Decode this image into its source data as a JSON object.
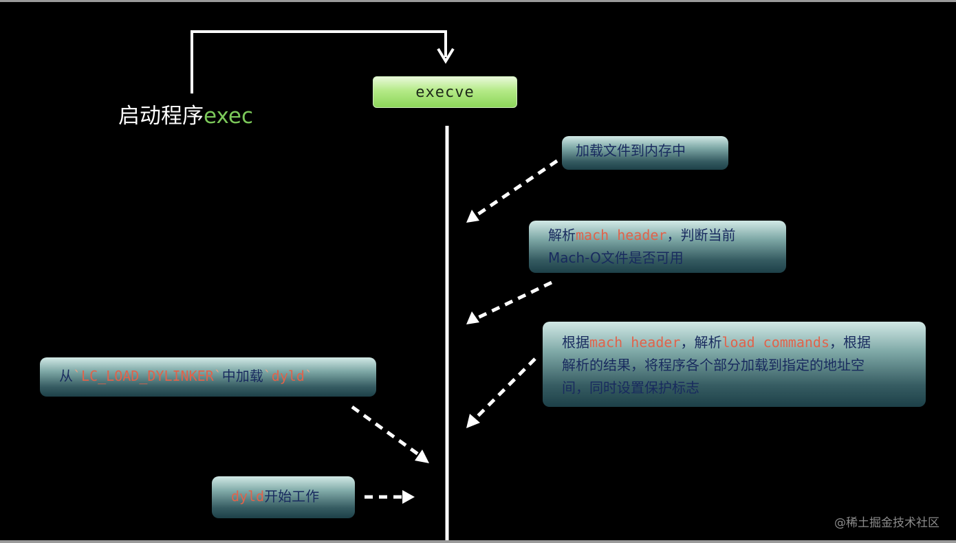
{
  "title": {
    "prefix": "启动程序",
    "keyword": "exec"
  },
  "execve_label": "execve",
  "steps": {
    "load_file": {
      "text": "加载文件到内存中"
    },
    "parse_header": {
      "part1": "解析",
      "code1": "mach header",
      "part2": "，判断当前",
      "line2": "Mach-O文件是否可用"
    },
    "parse_commands": {
      "part1": "根据",
      "code1": "mach header",
      "part2": "，解析",
      "code2": "load commands",
      "part3": "，根据",
      "line2": "解析的结果，将程序各个部分加载到指定的地址空",
      "line3": "间，同时设置保护标志"
    },
    "load_dyld": {
      "part1": "从",
      "tick1": "`",
      "code1": "LC_LOAD_DYLINKER",
      "tick2": "`",
      "part2": "中加载",
      "tick3": "`",
      "code2": "dyld",
      "tick4": "`"
    },
    "dyld_start": {
      "code1": "dyld",
      "part1": "开始工作"
    }
  },
  "watermark": "@稀土掘金技术社区",
  "colors": {
    "background": "#000000",
    "line": "#ffffff",
    "keyword_green": "#7cc95a",
    "code_red": "#e0634b",
    "text_navy": "#182a5e"
  }
}
